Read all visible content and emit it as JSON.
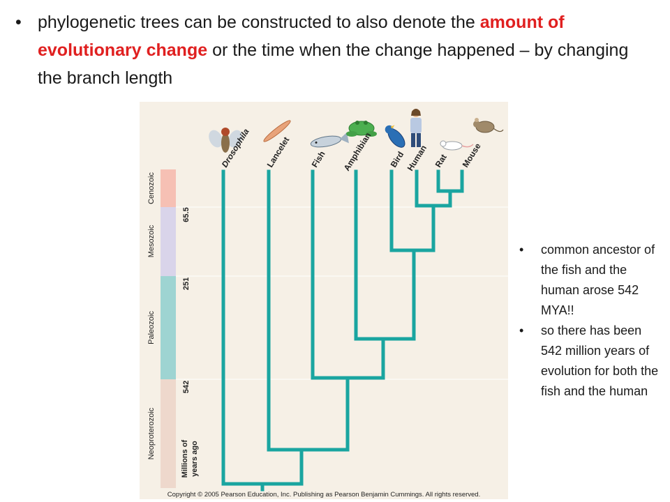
{
  "heading": {
    "bullet": "•",
    "text_before": "phylogenetic trees can be constructed to also denote the ",
    "highlight": "amount of evolutionary change",
    "text_after": " or the time when the change happened – by changing the branch length"
  },
  "diagram": {
    "taxa": [
      "Drosophila",
      "Lancelet",
      "Fish",
      "Amphibian",
      "Bird",
      "Human",
      "Rat",
      "Mouse"
    ],
    "eras": [
      "Cenozoic",
      "Mesozoic",
      "Paleozoic",
      "Neoproterozoic"
    ],
    "time_marks": [
      "65.5",
      "251",
      "542"
    ],
    "axis_label_line1": "Millions of",
    "axis_label_line2": "years ago",
    "colors": {
      "branch": "#1aa5a0",
      "cenozoic": "#f6c0b4",
      "mesozoic": "#d9d4ea",
      "paleozoic": "#9ed4d2",
      "neoproterozoic": "#eed8cc"
    }
  },
  "notes": [
    {
      "bullet": "•",
      "text": "common ancestor of the fish and the human arose 542 MYA!!"
    },
    {
      "bullet": "•",
      "text": "so there has been 542 million years of evolution for both the fish and the human"
    }
  ],
  "copyright": "Copyright © 2005 Pearson Education, Inc. Publishing as Pearson Benjamin Cummings. All rights reserved."
}
